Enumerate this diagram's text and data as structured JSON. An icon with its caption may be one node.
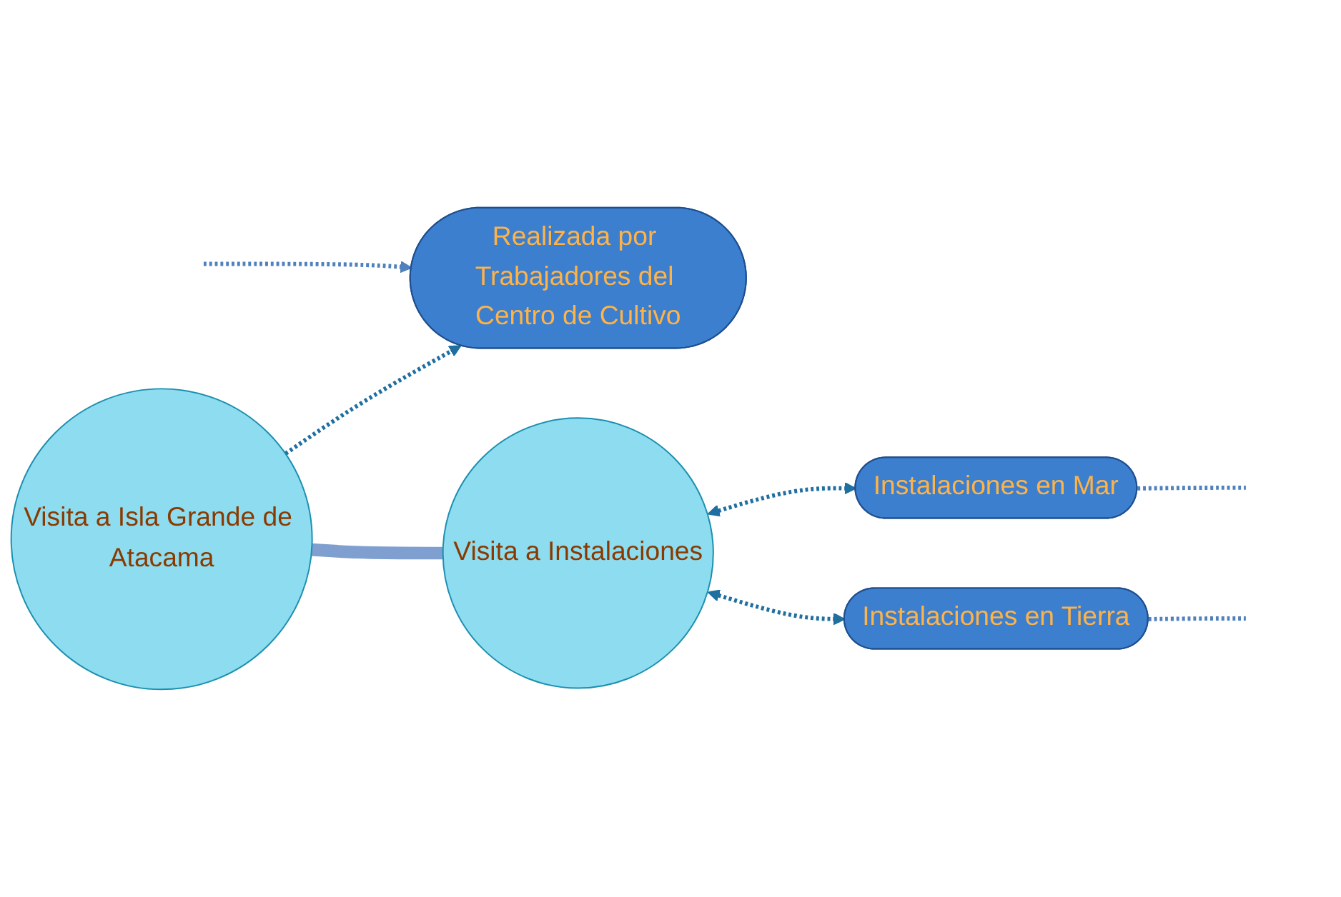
{
  "diagram": {
    "nodes": [
      {
        "text": [
          "Visita a Isla Grande de Atacama"
        ]
      },
      {
        "text": [
          "Realizada por Trabajadores del Centro de Cultivo"
        ]
      },
      {
        "text": [
          "Visita a Instalaciones"
        ]
      },
      {
        "text": [
          "Instalaciones en Mar"
        ]
      },
      {
        "text": [
          "Instalaciones en Tierra"
        ]
      }
    ],
    "edges": [
      {
        "from": 0,
        "to": 1,
        "arrow": "to",
        "style": "dashed"
      },
      {
        "from": 0,
        "to": 2,
        "arrow": "none",
        "style": "thick",
        "color": "#7f9fd0"
      },
      {
        "from": 2,
        "to": 3,
        "arrow": "both",
        "style": "dashed"
      },
      {
        "from": 2,
        "to": 4,
        "arrow": "both",
        "style": "dashed"
      },
      {
        "from": null,
        "to": 1,
        "arrow": "to",
        "style": "dashed",
        "color": "#4f81bd"
      },
      {
        "from": 3,
        "to": null,
        "arrow": "none",
        "style": "dashed",
        "color": "#4f81bd"
      },
      {
        "from": 4,
        "to": null,
        "arrow": "none",
        "style": "dashed",
        "color": "#4f81bd"
      }
    ]
  }
}
